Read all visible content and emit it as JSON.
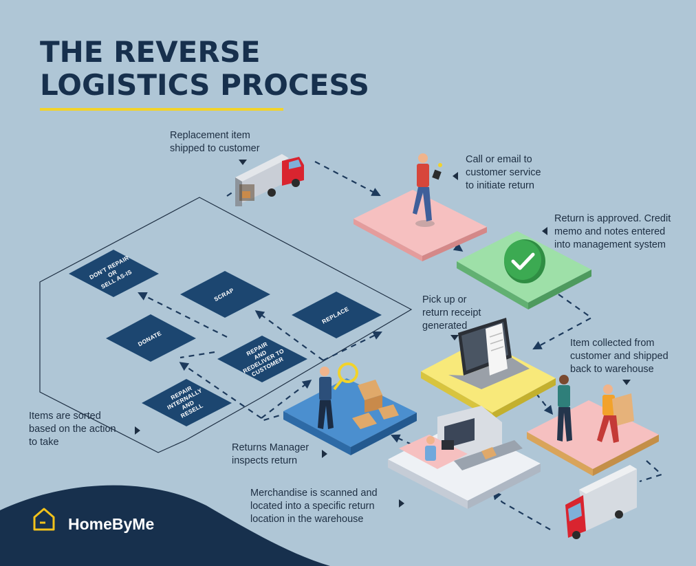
{
  "title": {
    "line1": "THE REVERSE",
    "line2": "LOGISTICS PROCESS"
  },
  "steps": {
    "replacement": {
      "line1": "Replacement item",
      "line2": "shipped to customer"
    },
    "call": {
      "line1": "Call or email to",
      "line2": "customer service",
      "line3": "to initiate return"
    },
    "approved": {
      "line1": "Return is approved. Credit",
      "line2": "memo and notes entered",
      "line3": "into management system"
    },
    "pickup": {
      "line1": "Pick up or",
      "line2": "return receipt",
      "line3": "generated"
    },
    "collected": {
      "line1": "Item collected from",
      "line2": "customer and shipped",
      "line3": "back to warehouse"
    },
    "sorted": {
      "line1": "Items are sorted",
      "line2": "based on the action",
      "line3": "to take"
    },
    "inspects": {
      "line1": "Returns Manager",
      "line2": "inspects return"
    },
    "scanned": {
      "line1": "Merchandise is scanned and",
      "line2": "located into a specific return",
      "line3": "location in the warehouse"
    }
  },
  "actions": {
    "dont_repair": {
      "line1": "DON'T REPAIR",
      "line2": "OR",
      "line3": "SELL AS-IS"
    },
    "scrap": {
      "line1": "SCRAP"
    },
    "replace": {
      "line1": "REPLACE"
    },
    "donate": {
      "line1": "DONATE"
    },
    "repair_redeliver": {
      "line1": "REPAIR",
      "line2": "AND",
      "line3": "REDELIVER TO",
      "line4": "CUSTOMER"
    },
    "repair_resell": {
      "line1": "REPAIR",
      "line2": "INTERNALLY",
      "line3": "AND",
      "line4": "RESELL"
    }
  },
  "brand": {
    "name": "HomeByMe"
  },
  "colors": {
    "background": "#afc6d6",
    "navy": "#17304d",
    "accent_yellow": "#f2d32b",
    "pink_platform": "#f4b3b3",
    "green_platform": "#8fd19a",
    "yellow_platform": "#f6e36a",
    "blue_platform": "#4b8fcf",
    "truck_red": "#d9242f",
    "action_box": "#1c4670"
  },
  "icons": [
    "truck-icon",
    "person-phone-icon",
    "check-icon",
    "laptop-receipt-icon",
    "delivery-people-icon",
    "magnifier-person-icon",
    "scanner-desk-icon",
    "house-logo-icon"
  ]
}
